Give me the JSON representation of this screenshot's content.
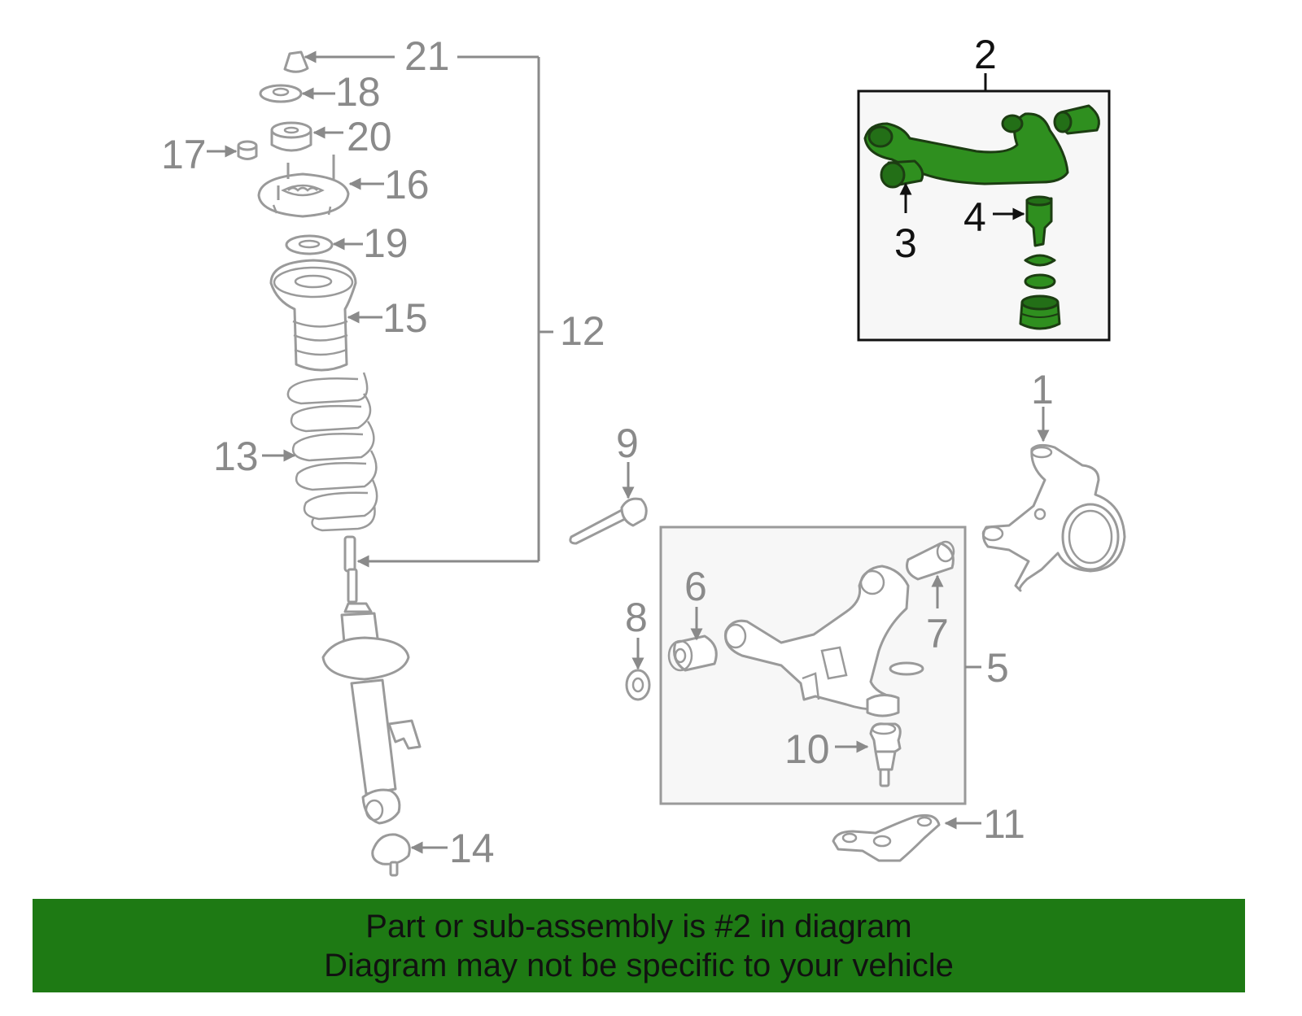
{
  "callouts": {
    "n1": "1",
    "n2": "2",
    "n3": "3",
    "n4": "4",
    "n5": "5",
    "n6": "6",
    "n7": "7",
    "n8": "8",
    "n9": "9",
    "n10": "10",
    "n11": "11",
    "n12": "12",
    "n13": "13",
    "n14": "14",
    "n15": "15",
    "n16": "16",
    "n17": "17",
    "n18": "18",
    "n19": "19",
    "n20": "20",
    "n21": "21"
  },
  "banner": {
    "line1": "Part or sub-assembly is #2 in diagram",
    "line2": "Diagram may not be specific to your vehicle",
    "background": "#1e7a14"
  },
  "colors": {
    "highlight": "#2f8f1f",
    "line_gray": "#8a8a8a",
    "label_black": "#111111"
  }
}
